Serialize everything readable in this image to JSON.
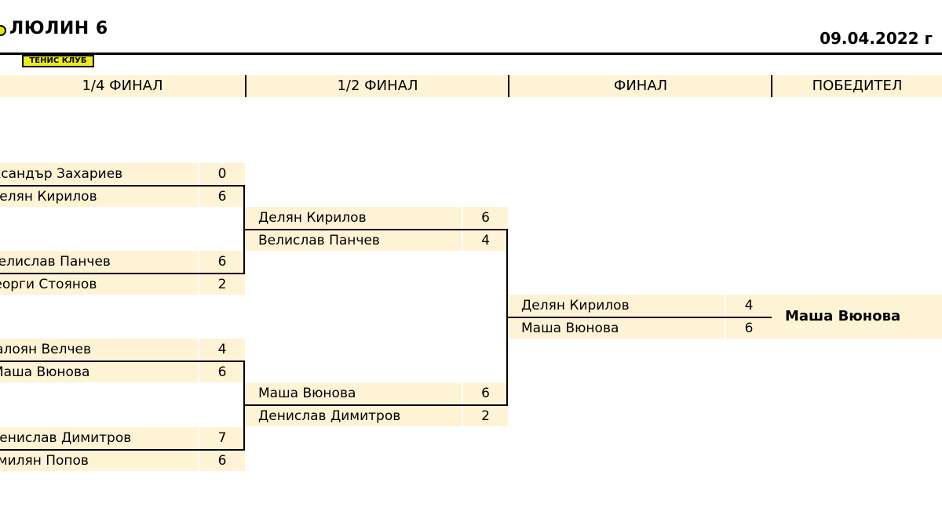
{
  "header": {
    "logo_title": "ЛЮЛИН 6",
    "logo_subtitle": "ТЕНИС КЛУБ",
    "date": "09.04.2022 г"
  },
  "rounds": [
    "1/4 ФИНАЛ",
    "1/2 ФИНАЛ",
    "ФИНАЛ",
    "ПОБЕДИТЕЛ"
  ],
  "quarterfinals": [
    {
      "p1": {
        "name": "Александър Захариев",
        "score": "0"
      },
      "p2": {
        "name": "Делян Кирилов",
        "score": "6"
      }
    },
    {
      "p1": {
        "name": "Велислав Панчев",
        "score": "6"
      },
      "p2": {
        "name": "Георги Стоянов",
        "score": "2"
      }
    },
    {
      "p1": {
        "name": "Калоян Велчев",
        "score": "4"
      },
      "p2": {
        "name": "Маша Вюнова",
        "score": "6"
      }
    },
    {
      "p1": {
        "name": "Денислав Димитров",
        "score": "7"
      },
      "p2": {
        "name": "Емилян Попов",
        "score": "6"
      }
    }
  ],
  "semifinals": [
    {
      "p1": {
        "name": "Делян Кирилов",
        "score": "6"
      },
      "p2": {
        "name": "Велислав Панчев",
        "score": "4"
      }
    },
    {
      "p1": {
        "name": "Маша Вюнова",
        "score": "6"
      },
      "p2": {
        "name": "Денислав Димитров",
        "score": "2"
      }
    }
  ],
  "final": {
    "p1": {
      "name": "Делян Кирилов",
      "score": "4"
    },
    "p2": {
      "name": "Маша Вюнова",
      "score": "6"
    }
  },
  "winner": "Маша Вюнова"
}
